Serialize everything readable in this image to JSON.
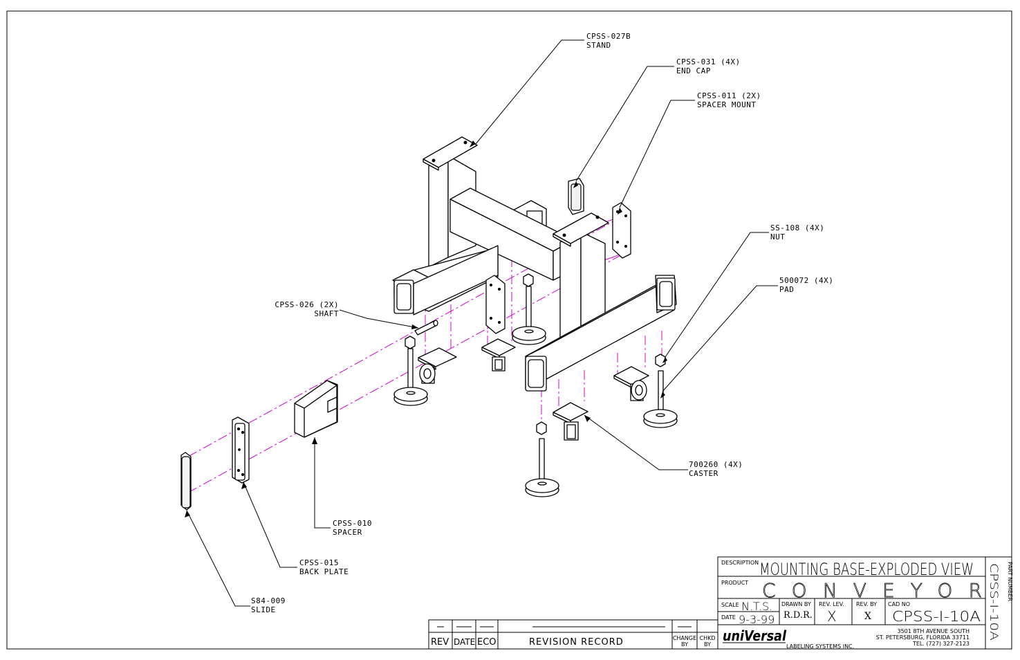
{
  "callouts": {
    "stand": {
      "part": "CPSS-027B",
      "desc": "STAND"
    },
    "end_cap": {
      "part": "CPSS-031 (4X)",
      "desc": "END CAP"
    },
    "spacer_mount": {
      "part": "CPSS-011 (2X)",
      "desc": "SPACER MOUNT"
    },
    "nut": {
      "part": "SS-108 (4X)",
      "desc": "NUT"
    },
    "pad": {
      "part": "500072 (4X)",
      "desc": "PAD"
    },
    "shaft": {
      "part": "CPSS-026 (2X)",
      "desc": "SHAFT"
    },
    "caster": {
      "part": "700260 (4X)",
      "desc": "CASTER"
    },
    "spacer": {
      "part": "CPSS-010",
      "desc": "SPACER"
    },
    "back_plate": {
      "part": "CPSS-015",
      "desc": "BACK PLATE"
    },
    "slide": {
      "part": "S84-009",
      "desc": "SLIDE"
    }
  },
  "title_block": {
    "description_label": "DESCRIPTION",
    "description": "MOUNTING BASE-EXPLODED VIEW",
    "product_label": "PRODUCT",
    "product": "CONVEYOR",
    "scale_label": "SCALE",
    "scale": "N.T.S.",
    "date_label": "DATE",
    "date": "9-3-99",
    "drawn_by_label": "DRAWN BY",
    "drawn_by": "R.D.R.",
    "rev_lev_label": "REV. LEV.",
    "rev_lev": "X",
    "rev_by_label": "REV. BY",
    "rev_by": "X",
    "cad_no_label": "CAD NO",
    "cad_no": "CPSS-I-10A",
    "company_logo": "uniVersal",
    "company_sub": "LABELING SYSTEMS INC.",
    "address_1": "3501 8TH AVENUE SOUTH",
    "address_2": "ST. PETERSBURG, FLORIDA 33711",
    "address_3": "TEL. (727) 327-2123",
    "part_number_label": "PART NUMBER",
    "part_number": "CPSS-I-10A"
  },
  "revision_block": {
    "rev_label": "REV",
    "date_label": "DATE",
    "eco_label": "ECO",
    "record_label": "REVISION RECORD",
    "change_label": "CHANGE",
    "change_by_label": "BY",
    "chkd_label": "CHKD",
    "chkd_by_label": "BY"
  },
  "colors": {
    "line": "#000000",
    "centerline": "#d400d4",
    "background": "#ffffff"
  }
}
